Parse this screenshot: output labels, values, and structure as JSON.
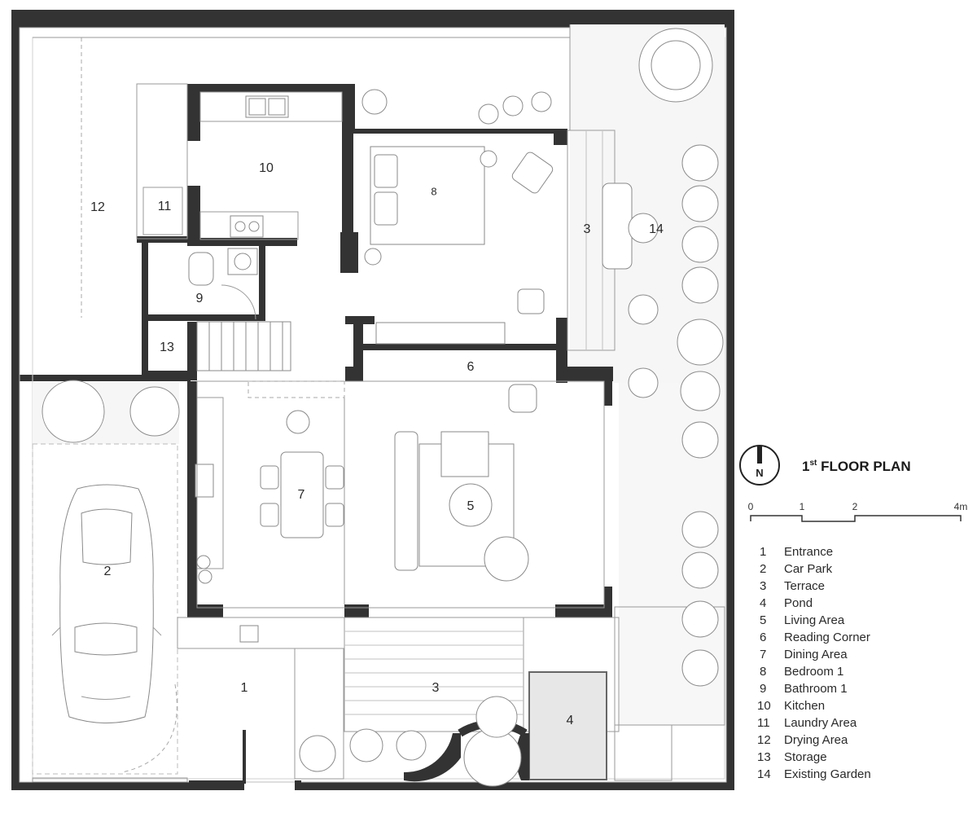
{
  "rooms": [
    {
      "num": "1"
    },
    {
      "num": "2"
    },
    {
      "num": "3a",
      "label": "3"
    },
    {
      "num": "3b",
      "label": "3"
    },
    {
      "num": "4"
    },
    {
      "num": "5"
    },
    {
      "num": "6"
    },
    {
      "num": "7"
    },
    {
      "num": "8"
    },
    {
      "num": "9"
    },
    {
      "num": "10"
    },
    {
      "num": "11"
    },
    {
      "num": "12"
    },
    {
      "num": "13"
    },
    {
      "num": "14"
    }
  ],
  "plan_title": {
    "main": "1",
    "sup": "st",
    "rest": " FLOOR PLAN"
  },
  "north_label": "N",
  "scale": {
    "ticks": [
      "0",
      "1",
      "2",
      "4m"
    ]
  },
  "legend": [
    {
      "num": "1",
      "name": "Entrance"
    },
    {
      "num": "2",
      "name": "Car Park"
    },
    {
      "num": "3",
      "name": "Terrace"
    },
    {
      "num": "4",
      "name": "Pond"
    },
    {
      "num": "5",
      "name": "Living Area"
    },
    {
      "num": "6",
      "name": "Reading Corner"
    },
    {
      "num": "7",
      "name": "Dining Area"
    },
    {
      "num": "8",
      "name": "Bedroom 1"
    },
    {
      "num": "9",
      "name": "Bathroom 1"
    },
    {
      "num": "10",
      "name": "Kitchen"
    },
    {
      "num": "11",
      "name": "Laundry Area"
    },
    {
      "num": "12",
      "name": "Drying Area"
    },
    {
      "num": "13",
      "name": "Storage"
    },
    {
      "num": "14",
      "name": "Existing Garden"
    }
  ],
  "colors": {
    "wall": "#333333",
    "line": "#9a9a9a",
    "text": "#2a2a2a"
  }
}
